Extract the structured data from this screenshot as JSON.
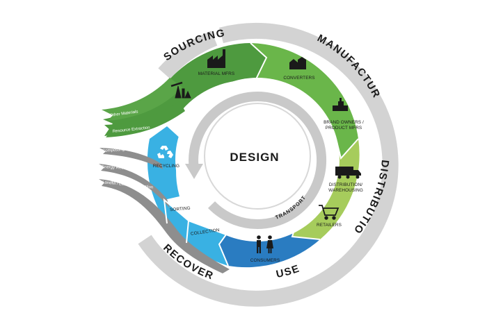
{
  "center": {
    "label": "DESIGN",
    "transport_label": "TRANSPORT"
  },
  "stages": {
    "sourcing": "SOURCING",
    "manufacture": "MANUFACTURE",
    "distribution": "DISTRIBUTION",
    "use": "USE",
    "recovery": "RECOVERY"
  },
  "nodes": {
    "material_mfrs": "MATERIAL MFRS",
    "converters": "CONVERTERS",
    "brand_owners_1": "BRAND OWNERS /",
    "brand_owners_2": "PRODUCT MFRS",
    "distribution_1": "DISTRIBUTION/",
    "distribution_2": "WAREHOUSING",
    "retailers": "RETAILERS",
    "consumers": "CONSUMERS",
    "collection": "COLLECTION",
    "sorting": "SORTING",
    "recycling": "RECYCLING"
  },
  "inputs": {
    "other_materials": "Other Materials",
    "resource_extraction": "Resource Extraction"
  },
  "outputs": {
    "composting": "Composting",
    "energy_recovery": "Energy Recovery",
    "landfill": "Landfill / Litter / Incineration"
  },
  "colors": {
    "green_dark": "#4e9a3f",
    "green_mid": "#6ab64a",
    "green_light": "#a6cc5c",
    "blue_dark": "#2a7cc1",
    "blue_light": "#39b1e3",
    "gray_ring": "#d3d3d3",
    "gray_tail": "#8e8e8e"
  }
}
